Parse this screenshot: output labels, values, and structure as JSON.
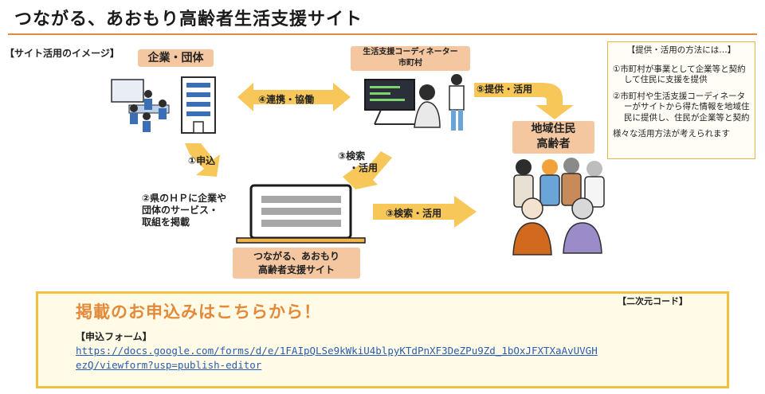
{
  "header": {
    "title": "つながる、あおもり高齢者生活支援サイト"
  },
  "diagram": {
    "section_label": "【サイト活用のイメージ】",
    "nodes": {
      "company": "企業・団体",
      "coordinator_line1": "生活支援コーディネーター",
      "coordinator_line2": "市町村",
      "residents_line1": "地域住民",
      "residents_line2": "高齢者",
      "site_line1": "つながる、あおもり",
      "site_line2": "高齢者支援サイト"
    },
    "steps": {
      "s1": "①申込",
      "s2_line1": "②県のＨＰに企業や",
      "s2_line2": "団体のサービス・",
      "s2_line3": "取組を掲載",
      "s3a_line1": "③検索",
      "s3a_line2": "・活用",
      "s3b": "③検索・活用",
      "s4": "④連携・協働",
      "s5": "⑤提供・活用"
    },
    "callout": {
      "heading": "【提供・活用の方法には…】",
      "item1": "①市町村が事業として企業等と契約して住民に支援を提供",
      "item2": "②市町村や生活支援コーディネーターがサイトから得た情報を地域住民に提供し、住民が企業等と契約",
      "note": "様々な活用方法が考えられます"
    }
  },
  "apply": {
    "title": "掲載のお申込みはこちらから！",
    "form_label": "【申込フォーム】",
    "form_url": "https://docs.google.com/forms/d/e/1FAIpQLSe9kWkiU4blpyKTdPnXF3DeZPu9Zd_1bOxJFXTXaAvUVGHezQ/viewform?usp=publish-editor",
    "qr_label": "【二次元コード】"
  },
  "colors": {
    "accent": "#e08a3c",
    "arrow": "#f7c75a",
    "pill": "#f4c7a0",
    "box_border": "#f0c040"
  }
}
